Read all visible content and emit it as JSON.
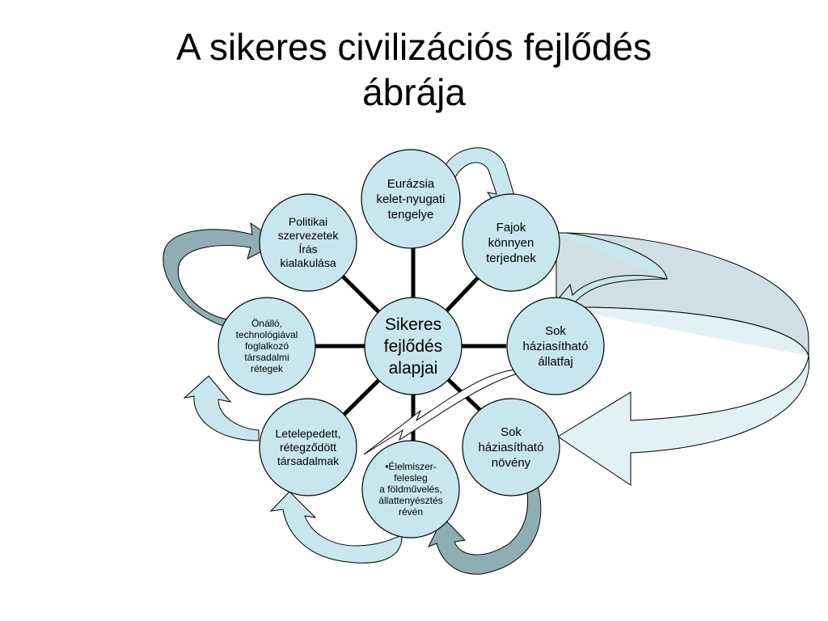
{
  "title": {
    "line1": "A sikeres civilizációs fejlődés",
    "line2": "ábrája"
  },
  "colors": {
    "node_fill": "#c8e6ee",
    "node_stroke": "#000000",
    "spoke": "#000000",
    "arrow_fill": "#c8e6ee",
    "arrow_shade": "#8faeb3",
    "big_arrow_fill": "#e1f1f4",
    "big_arrow_shade": "#d0dfe3"
  },
  "diagram": {
    "center": "Sikeres\nfejlődés\nalapjai",
    "nodes": [
      "Eurázsia\nkelet-nyugati\ntengelye",
      "Fajok\nkönnyen\nterjednek",
      "Sok\nháziasítható\nállatfaj",
      "Sok\nháziasítható\nnövény",
      "•Élelmiszer-\nfelesleg\na földművelés,\nállattenyésztés\nrévén",
      "Letelepedett,\nrétegződött\ntársadalmak",
      "Önálló,\ntechnológiával\nfoglalkozó\ntársadalmi\nrétegek",
      "Politikai\nszervezetek\nÍrás\nkialakulása"
    ]
  }
}
